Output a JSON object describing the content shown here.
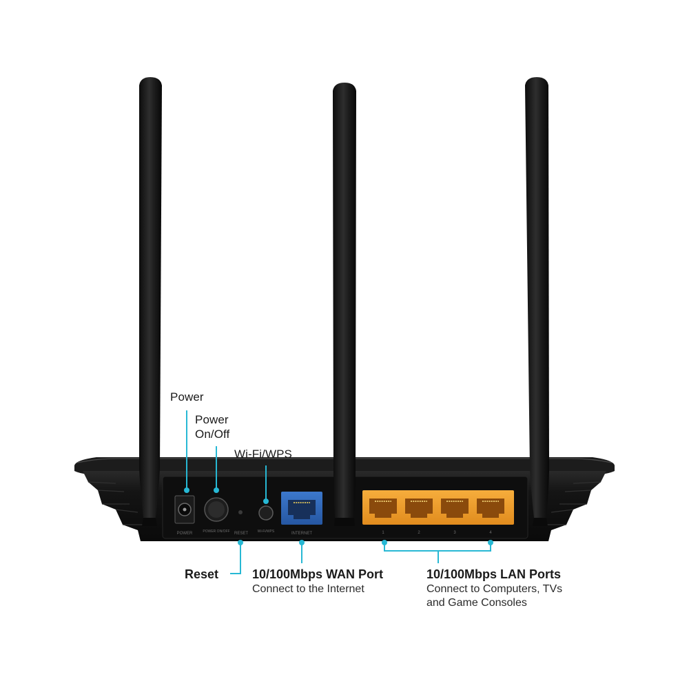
{
  "colors": {
    "callout": "#27b8d4",
    "router_body": "#151515",
    "wan_port": "#2f66b8",
    "lan_ports": "#f0a030",
    "text": "#1a1a1a"
  },
  "labels": {
    "power": "Power",
    "power_onoff_line1": "Power",
    "power_onoff_line2": "On/Off",
    "wifi_wps": "Wi-Fi/WPS",
    "reset": "Reset",
    "wan_title": "10/100Mbps WAN Port",
    "wan_sub": "Connect to the Internet",
    "lan_title": "10/100Mbps LAN Ports",
    "lan_sub_line1": "Connect to Computers, TVs",
    "lan_sub_line2": "and Game Consoles"
  },
  "panel_text": {
    "power": "POWER",
    "power_onoff": "POWER ON/OFF",
    "reset": "RESET",
    "wifi_wps": "Wi-Fi/WPS",
    "internet": "INTERNET",
    "lan_numbers": [
      "1",
      "2",
      "3",
      "4"
    ]
  }
}
